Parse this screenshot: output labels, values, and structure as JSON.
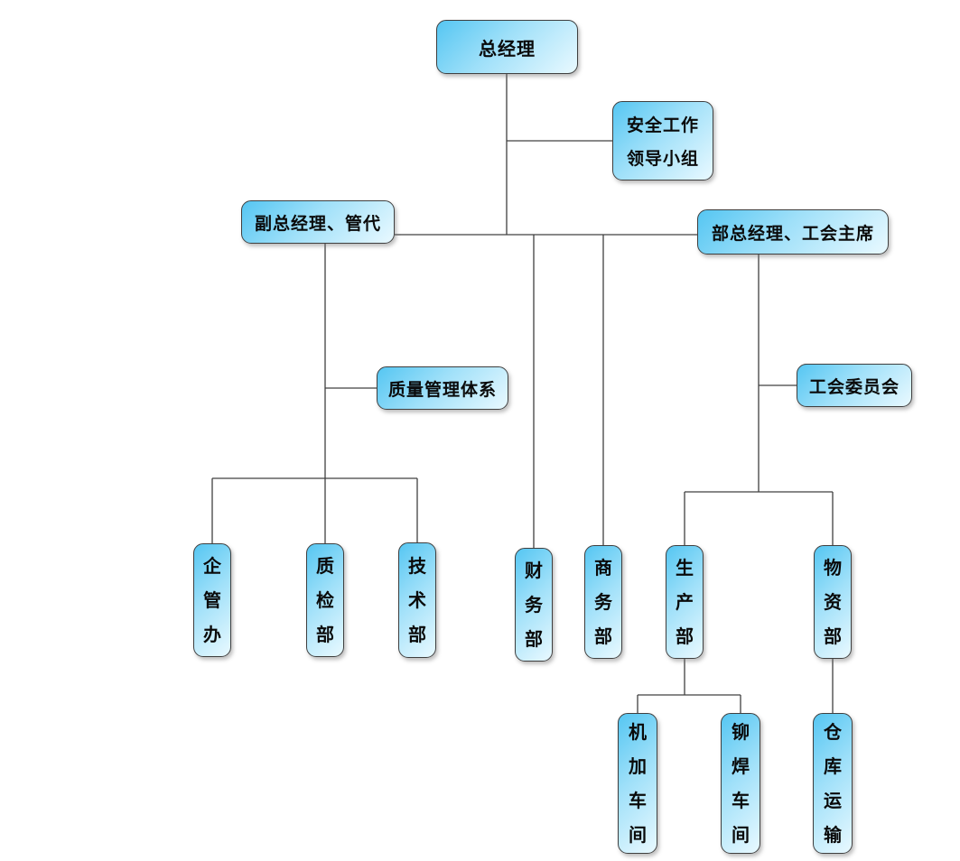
{
  "diagram": {
    "type": "org-chart",
    "nodes": {
      "general_manager": {
        "label": "总经理"
      },
      "safety_leading_group": {
        "line1": "安全工作",
        "line2": "领导小组"
      },
      "deputy_general_manager": {
        "label": "副总经理、管代"
      },
      "dept_gm_union_chairman": {
        "label": "部总经理、工会主席"
      },
      "quality_management_system": {
        "label": "质量管理体系"
      },
      "union_committee": {
        "label": "工会委员会"
      },
      "enterprise_management_office": {
        "label": "企管办"
      },
      "quality_inspection_dept": {
        "label": "质检部"
      },
      "technology_dept": {
        "label": "技术部"
      },
      "finance_dept": {
        "label": "财务部"
      },
      "commerce_dept": {
        "label": "商务部"
      },
      "production_dept": {
        "label": "生产部"
      },
      "materials_dept": {
        "label": "物资部"
      },
      "machining_workshop": {
        "label": "机加车间"
      },
      "riveting_welding_workshop": {
        "label": "铆焊车间"
      },
      "warehouse_transport": {
        "label": "仓库运输"
      }
    },
    "edges": [
      [
        "general_manager",
        "safety_leading_group"
      ],
      [
        "general_manager",
        "deputy_general_manager"
      ],
      [
        "general_manager",
        "dept_gm_union_chairman"
      ],
      [
        "general_manager",
        "finance_dept"
      ],
      [
        "general_manager",
        "commerce_dept"
      ],
      [
        "deputy_general_manager",
        "quality_management_system"
      ],
      [
        "deputy_general_manager",
        "enterprise_management_office"
      ],
      [
        "deputy_general_manager",
        "quality_inspection_dept"
      ],
      [
        "deputy_general_manager",
        "technology_dept"
      ],
      [
        "dept_gm_union_chairman",
        "union_committee"
      ],
      [
        "dept_gm_union_chairman",
        "production_dept"
      ],
      [
        "dept_gm_union_chairman",
        "materials_dept"
      ],
      [
        "production_dept",
        "machining_workshop"
      ],
      [
        "production_dept",
        "riveting_welding_workshop"
      ],
      [
        "materials_dept",
        "warehouse_transport"
      ]
    ],
    "colors": {
      "node_gradient_start": "#55c6f2",
      "node_gradient_end": "#e9f9ff",
      "node_border": "#3f3f3f",
      "connector": "#404040",
      "text": "#0a0a0a",
      "background": "#ffffff"
    }
  }
}
